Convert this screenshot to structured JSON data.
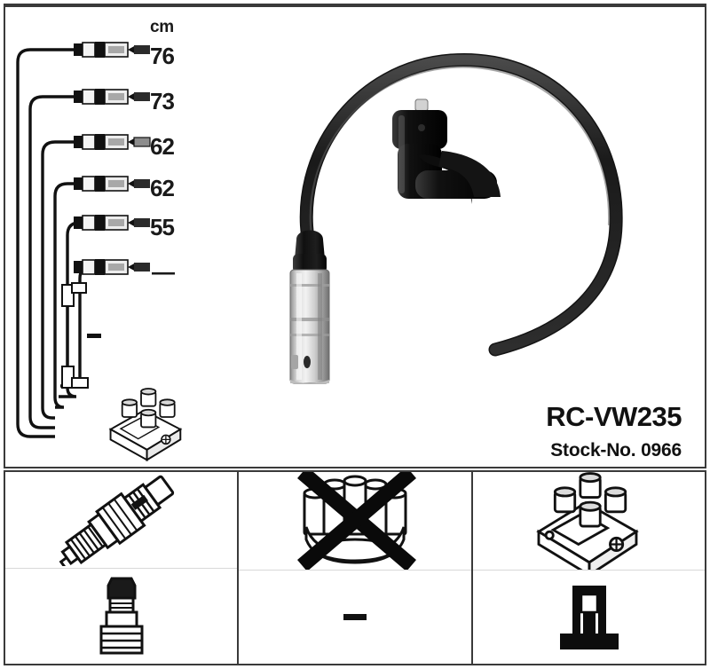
{
  "product": {
    "code": "RC-VW235",
    "stock_label": "Stock-No. 0966",
    "unit_header": "cm"
  },
  "cable_set": {
    "unit": "cm",
    "leads": [
      {
        "index": 1,
        "length": "76"
      },
      {
        "index": 2,
        "length": "73"
      },
      {
        "index": 3,
        "length": "62"
      },
      {
        "index": 4,
        "length": "62"
      },
      {
        "index": 5,
        "length": "55"
      },
      {
        "index": 6,
        "length": "—"
      }
    ],
    "extra_lead_mark": "—"
  },
  "icons": {
    "spark_plug": "spark-plug-icon",
    "rubber_boot": "rubber-boot-connector-icon",
    "distributor_cap": "distributor-cap-icon",
    "distributor_crossed": "cross-out-mark",
    "middle_bottom_mark": "—",
    "ignition_coil": "ignition-coil-pack-icon",
    "coil_terminal": "coil-terminal-connector-icon"
  },
  "colors": {
    "frame": "#3a3a3a",
    "ink": "#111111",
    "cable_black": "#1c1c1c",
    "metal_light": "#e8e8e8",
    "metal_mid": "#b4b4b4",
    "metal_dark": "#7a7a7a"
  }
}
